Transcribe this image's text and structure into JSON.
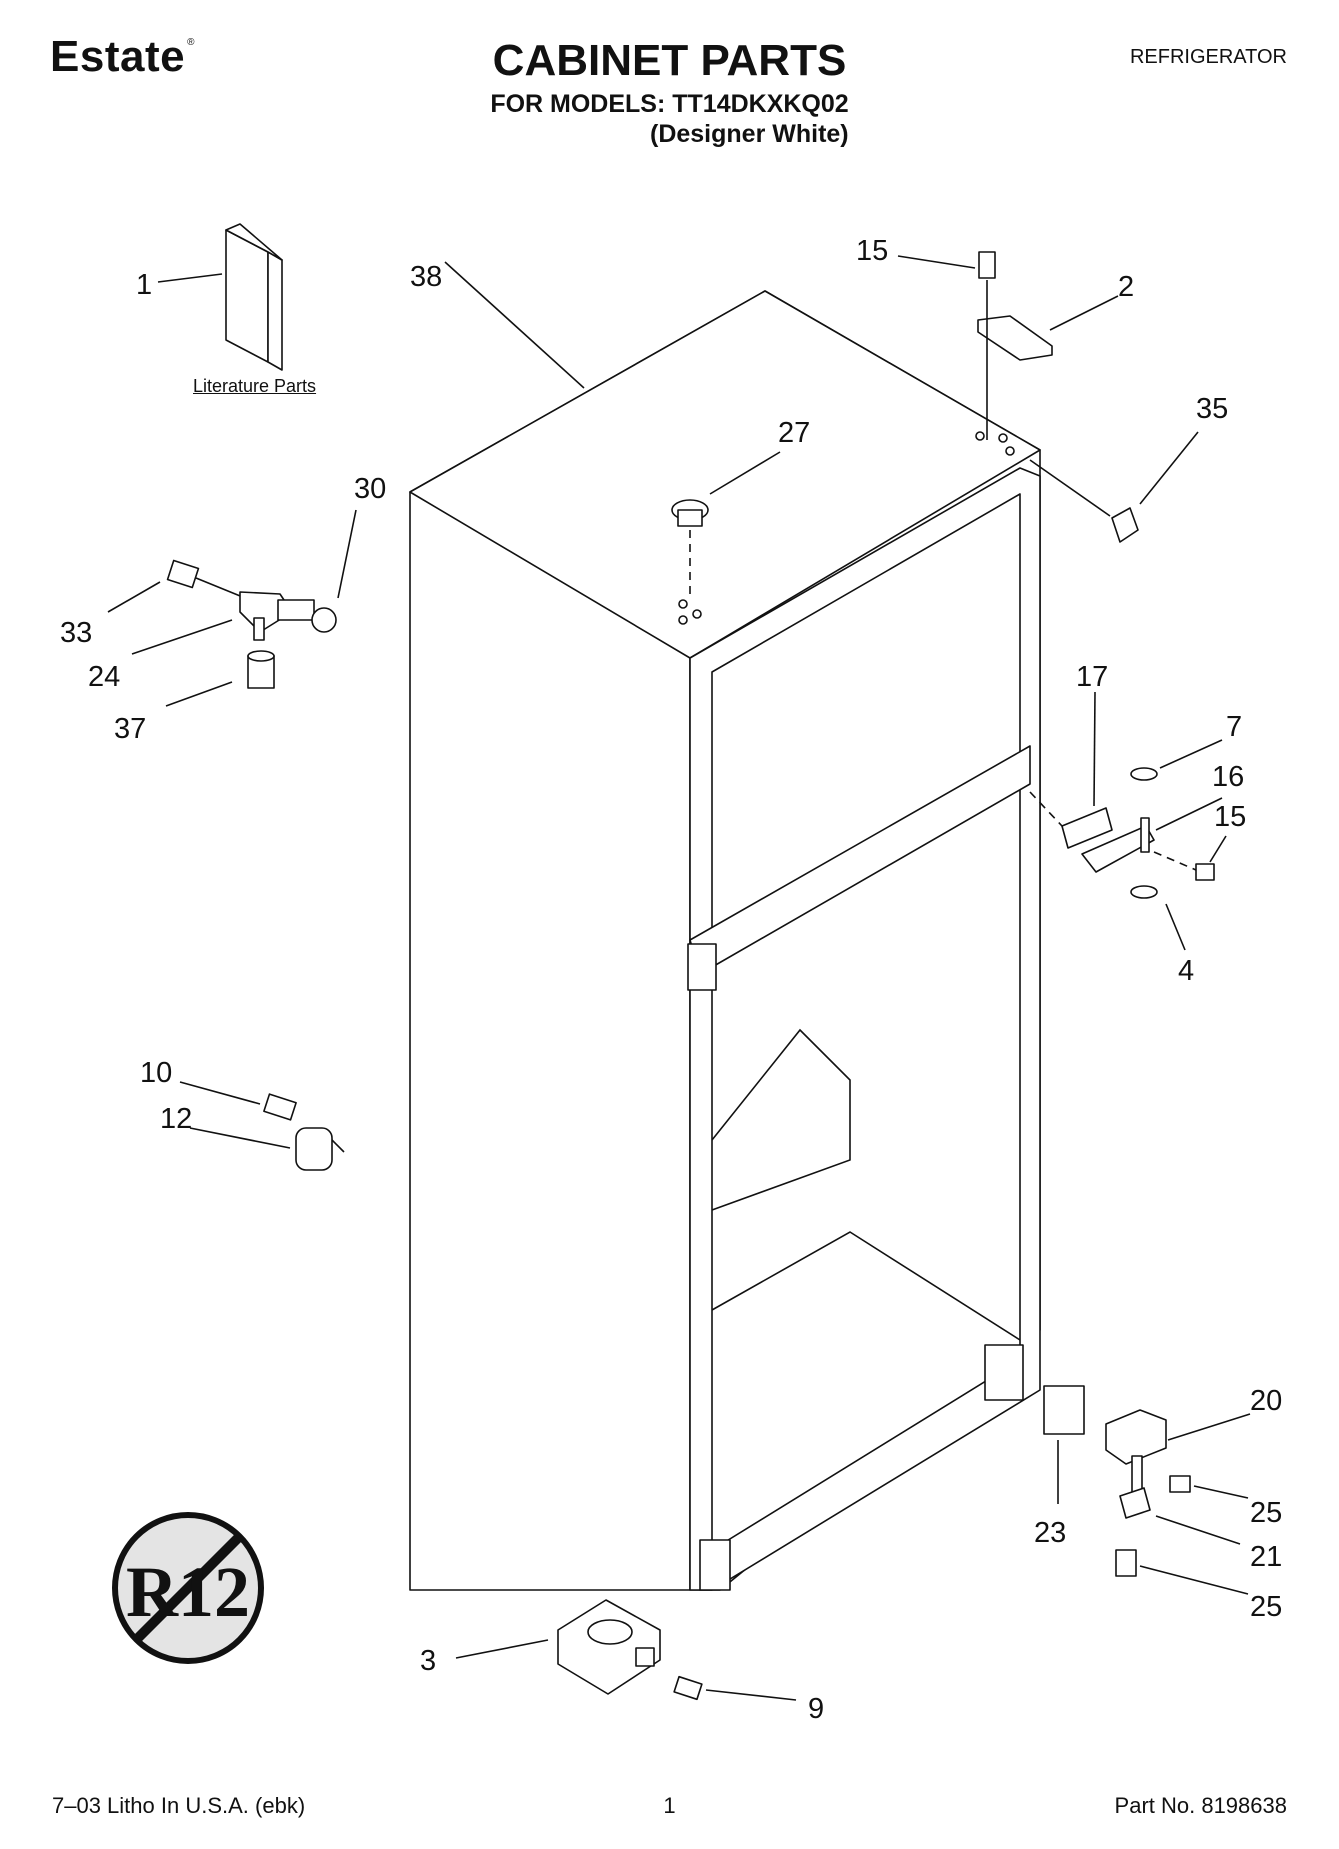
{
  "header": {
    "brand": "Estate",
    "brand_mark": "®",
    "title": "CABINET PARTS",
    "models": "FOR MODELS: TT14DKXKQ02",
    "variant": "(Designer White)",
    "category": "REFRIGERATOR"
  },
  "literature_label": "Literature Parts",
  "callouts": [
    "1",
    "38",
    "15",
    "2",
    "35",
    "27",
    "30",
    "33",
    "24",
    "37",
    "17",
    "7",
    "16",
    "15",
    "4",
    "10",
    "12",
    "20",
    "23",
    "25",
    "21",
    "25",
    "3",
    "9"
  ],
  "r12_symbol": "R12",
  "footer": {
    "litho": "7–03 Litho In U.S.A. (ebk)",
    "page": "1",
    "part_no": "Part No. 8198638"
  }
}
